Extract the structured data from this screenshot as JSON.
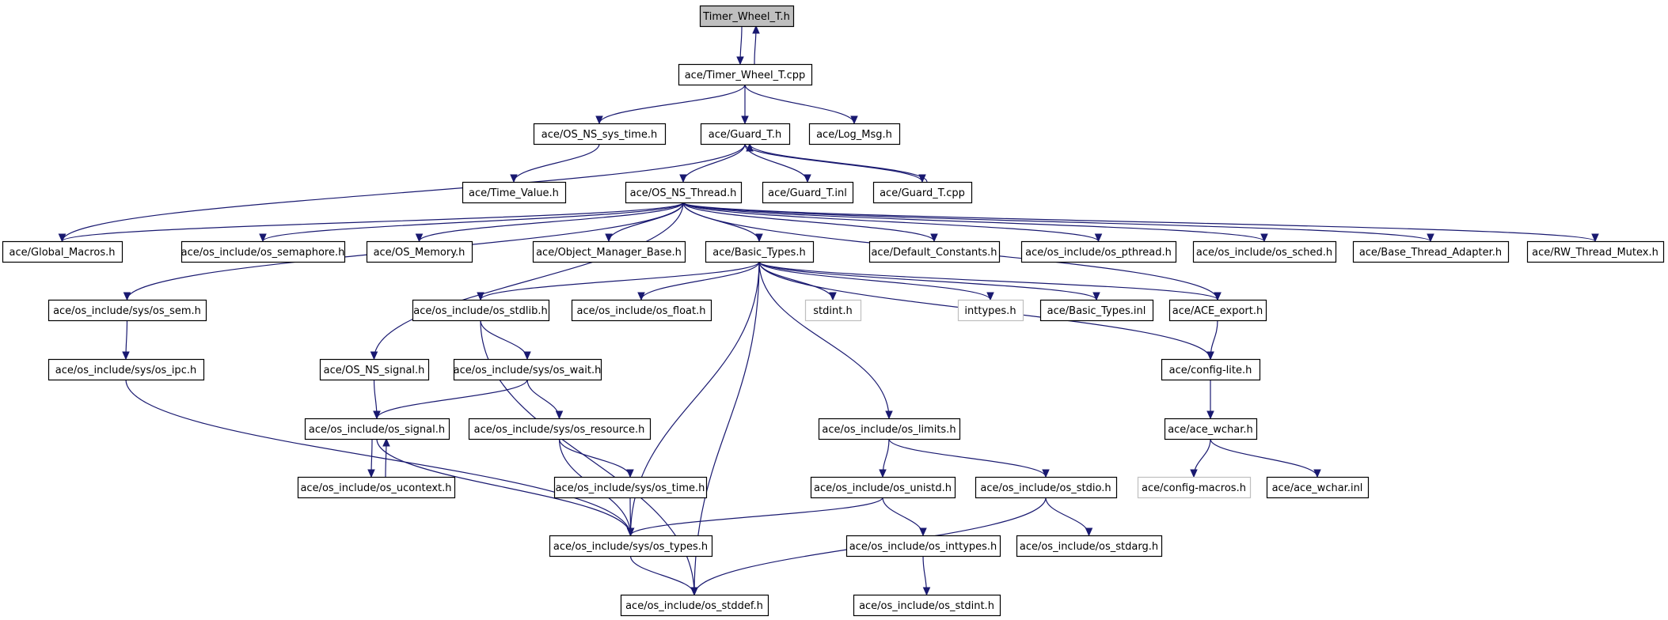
{
  "graph": {
    "nodes": [
      {
        "id": "timer_wheel_h",
        "label": "Timer_Wheel_T.h",
        "style": "root"
      },
      {
        "id": "timer_wheel_cpp",
        "label": "ace/Timer_Wheel_T.cpp",
        "style": "normal"
      },
      {
        "id": "os_ns_sys_time",
        "label": "ace/OS_NS_sys_time.h",
        "style": "normal"
      },
      {
        "id": "guard_t_h",
        "label": "ace/Guard_T.h",
        "style": "normal"
      },
      {
        "id": "log_msg",
        "label": "ace/Log_Msg.h",
        "style": "normal"
      },
      {
        "id": "time_value",
        "label": "ace/Time_Value.h",
        "style": "normal"
      },
      {
        "id": "os_ns_thread",
        "label": "ace/OS_NS_Thread.h",
        "style": "normal"
      },
      {
        "id": "guard_t_inl",
        "label": "ace/Guard_T.inl",
        "style": "normal"
      },
      {
        "id": "guard_t_cpp",
        "label": "ace/Guard_T.cpp",
        "style": "normal"
      },
      {
        "id": "global_macros",
        "label": "ace/Global_Macros.h",
        "style": "normal"
      },
      {
        "id": "os_semaphore",
        "label": "ace/os_include/os_semaphore.h",
        "style": "normal"
      },
      {
        "id": "os_memory",
        "label": "ace/OS_Memory.h",
        "style": "normal"
      },
      {
        "id": "object_manager_base",
        "label": "ace/Object_Manager_Base.h",
        "style": "normal"
      },
      {
        "id": "basic_types_h",
        "label": "ace/Basic_Types.h",
        "style": "normal"
      },
      {
        "id": "default_constants",
        "label": "ace/Default_Constants.h",
        "style": "normal"
      },
      {
        "id": "os_pthread",
        "label": "ace/os_include/os_pthread.h",
        "style": "normal"
      },
      {
        "id": "os_sched",
        "label": "ace/os_include/os_sched.h",
        "style": "normal"
      },
      {
        "id": "base_thread_adapter",
        "label": "ace/Base_Thread_Adapter.h",
        "style": "normal"
      },
      {
        "id": "rw_thread_mutex",
        "label": "ace/RW_Thread_Mutex.h",
        "style": "normal"
      },
      {
        "id": "sys_os_sem",
        "label": "ace/os_include/sys/os_sem.h",
        "style": "normal"
      },
      {
        "id": "os_stdlib",
        "label": "ace/os_include/os_stdlib.h",
        "style": "normal"
      },
      {
        "id": "os_float",
        "label": "ace/os_include/os_float.h",
        "style": "normal"
      },
      {
        "id": "stdint",
        "label": "stdint.h",
        "style": "missing"
      },
      {
        "id": "inttypes",
        "label": "inttypes.h",
        "style": "missing"
      },
      {
        "id": "basic_types_inl",
        "label": "ace/Basic_Types.inl",
        "style": "normal"
      },
      {
        "id": "ace_export",
        "label": "ace/ACE_export.h",
        "style": "normal"
      },
      {
        "id": "sys_os_ipc",
        "label": "ace/os_include/sys/os_ipc.h",
        "style": "normal"
      },
      {
        "id": "os_ns_signal",
        "label": "ace/OS_NS_signal.h",
        "style": "normal"
      },
      {
        "id": "sys_os_wait",
        "label": "ace/os_include/sys/os_wait.h",
        "style": "normal"
      },
      {
        "id": "config_lite",
        "label": "ace/config-lite.h",
        "style": "normal"
      },
      {
        "id": "os_signal",
        "label": "ace/os_include/os_signal.h",
        "style": "normal"
      },
      {
        "id": "sys_os_resource",
        "label": "ace/os_include/sys/os_resource.h",
        "style": "normal"
      },
      {
        "id": "os_limits",
        "label": "ace/os_include/os_limits.h",
        "style": "normal"
      },
      {
        "id": "ace_wchar_h",
        "label": "ace/ace_wchar.h",
        "style": "normal"
      },
      {
        "id": "os_ucontext",
        "label": "ace/os_include/os_ucontext.h",
        "style": "normal"
      },
      {
        "id": "sys_os_time",
        "label": "ace/os_include/sys/os_time.h",
        "style": "normal"
      },
      {
        "id": "os_unistd",
        "label": "ace/os_include/os_unistd.h",
        "style": "normal"
      },
      {
        "id": "os_stdio",
        "label": "ace/os_include/os_stdio.h",
        "style": "normal"
      },
      {
        "id": "config_macros",
        "label": "ace/config-macros.h",
        "style": "missing"
      },
      {
        "id": "ace_wchar_inl",
        "label": "ace/ace_wchar.inl",
        "style": "normal"
      },
      {
        "id": "sys_os_types",
        "label": "ace/os_include/sys/os_types.h",
        "style": "normal"
      },
      {
        "id": "os_inttypes",
        "label": "ace/os_include/os_inttypes.h",
        "style": "normal"
      },
      {
        "id": "os_stdarg",
        "label": "ace/os_include/os_stdarg.h",
        "style": "normal"
      },
      {
        "id": "os_stddef",
        "label": "ace/os_include/os_stddef.h",
        "style": "normal"
      },
      {
        "id": "os_stdint",
        "label": "ace/os_include/os_stdint.h",
        "style": "normal"
      }
    ],
    "edges": [
      [
        "timer_wheel_h",
        "timer_wheel_cpp"
      ],
      [
        "timer_wheel_cpp",
        "timer_wheel_h"
      ],
      [
        "timer_wheel_cpp",
        "os_ns_sys_time"
      ],
      [
        "timer_wheel_cpp",
        "guard_t_h"
      ],
      [
        "timer_wheel_cpp",
        "log_msg"
      ],
      [
        "os_ns_sys_time",
        "time_value"
      ],
      [
        "guard_t_h",
        "global_macros"
      ],
      [
        "guard_t_h",
        "os_ns_thread"
      ],
      [
        "guard_t_h",
        "guard_t_inl"
      ],
      [
        "guard_t_h",
        "guard_t_cpp"
      ],
      [
        "guard_t_cpp",
        "guard_t_h"
      ],
      [
        "os_ns_thread",
        "global_macros"
      ],
      [
        "os_ns_thread",
        "os_semaphore"
      ],
      [
        "os_ns_thread",
        "os_memory"
      ],
      [
        "os_ns_thread",
        "object_manager_base"
      ],
      [
        "os_ns_thread",
        "basic_types_h"
      ],
      [
        "os_ns_thread",
        "default_constants"
      ],
      [
        "os_ns_thread",
        "os_pthread"
      ],
      [
        "os_ns_thread",
        "os_sched"
      ],
      [
        "os_ns_thread",
        "base_thread_adapter"
      ],
      [
        "os_ns_thread",
        "rw_thread_mutex"
      ],
      [
        "os_ns_thread",
        "sys_os_sem"
      ],
      [
        "os_ns_thread",
        "os_ns_signal"
      ],
      [
        "os_ns_thread",
        "ace_export"
      ],
      [
        "basic_types_h",
        "os_stdlib"
      ],
      [
        "basic_types_h",
        "os_float"
      ],
      [
        "basic_types_h",
        "stdint"
      ],
      [
        "basic_types_h",
        "inttypes"
      ],
      [
        "basic_types_h",
        "basic_types_inl"
      ],
      [
        "basic_types_h",
        "ace_export"
      ],
      [
        "basic_types_h",
        "config_lite"
      ],
      [
        "basic_types_h",
        "os_limits"
      ],
      [
        "basic_types_h",
        "sys_os_types"
      ],
      [
        "basic_types_h",
        "os_stddef"
      ],
      [
        "sys_os_sem",
        "sys_os_ipc"
      ],
      [
        "sys_os_ipc",
        "sys_os_types"
      ],
      [
        "os_stdlib",
        "sys_os_wait"
      ],
      [
        "os_stdlib",
        "os_stddef"
      ],
      [
        "ace_export",
        "config_lite"
      ],
      [
        "config_lite",
        "ace_wchar_h"
      ],
      [
        "ace_wchar_h",
        "config_macros"
      ],
      [
        "ace_wchar_h",
        "ace_wchar_inl"
      ],
      [
        "os_ns_signal",
        "os_signal"
      ],
      [
        "sys_os_wait",
        "os_signal"
      ],
      [
        "sys_os_wait",
        "sys_os_resource"
      ],
      [
        "os_signal",
        "os_ucontext"
      ],
      [
        "os_ucontext",
        "os_signal"
      ],
      [
        "os_signal",
        "sys_os_types"
      ],
      [
        "sys_os_resource",
        "sys_os_time"
      ],
      [
        "sys_os_resource",
        "sys_os_types"
      ],
      [
        "sys_os_time",
        "sys_os_types"
      ],
      [
        "os_limits",
        "os_unistd"
      ],
      [
        "os_limits",
        "os_stdio"
      ],
      [
        "os_unistd",
        "sys_os_types"
      ],
      [
        "os_unistd",
        "os_inttypes"
      ],
      [
        "os_stdio",
        "os_stdarg"
      ],
      [
        "os_stdio",
        "os_stddef"
      ],
      [
        "os_inttypes",
        "os_stdint"
      ],
      [
        "sys_os_types",
        "os_stddef"
      ]
    ]
  },
  "colors": {
    "edge": "#191970",
    "node_border": "#000000",
    "root_fill": "#bfbfbf",
    "missing_border": "#bfbfbf"
  }
}
